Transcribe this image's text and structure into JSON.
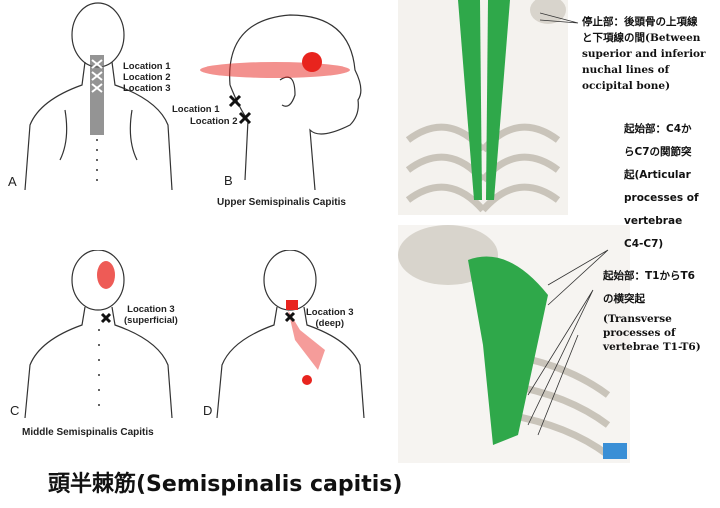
{
  "left_panels": {
    "A": {
      "letter": "A",
      "locations": [
        "Location 1",
        "Location 2",
        "Location 3"
      ]
    },
    "B": {
      "letter": "B",
      "locations": [
        "Location 1",
        "Location 2"
      ],
      "caption": "Upper Semispinalis Capitis"
    },
    "C": {
      "letter": "C",
      "location": "Location 3",
      "note": "(superficial)",
      "caption": "Middle Semispinalis Capitis"
    },
    "D": {
      "letter": "D",
      "location": "Location 3",
      "note": "(deep)"
    }
  },
  "title": "頭半棘筋(Semispinalis capitis)",
  "labels": {
    "insertion": [
      "停止部：後頭骨の上項線",
      "と下項線の間(Between",
      "superior and inferior",
      "nuchal lines of",
      "occipital bone)"
    ],
    "origin_c": [
      "起始部：C4か",
      "らC7の関節突",
      "起(Articular",
      "processes of",
      "vertebrae",
      "C4-C7)"
    ],
    "origin_t_jp": [
      "起始部：T1からT6",
      "の横突起"
    ],
    "origin_t_en": [
      "(Transverse",
      "processes of",
      "vertebrae T1-T6)"
    ]
  },
  "colors": {
    "muscle": "#2fa84a",
    "bone": "#d8d4cc",
    "pain": "#e8241e"
  }
}
